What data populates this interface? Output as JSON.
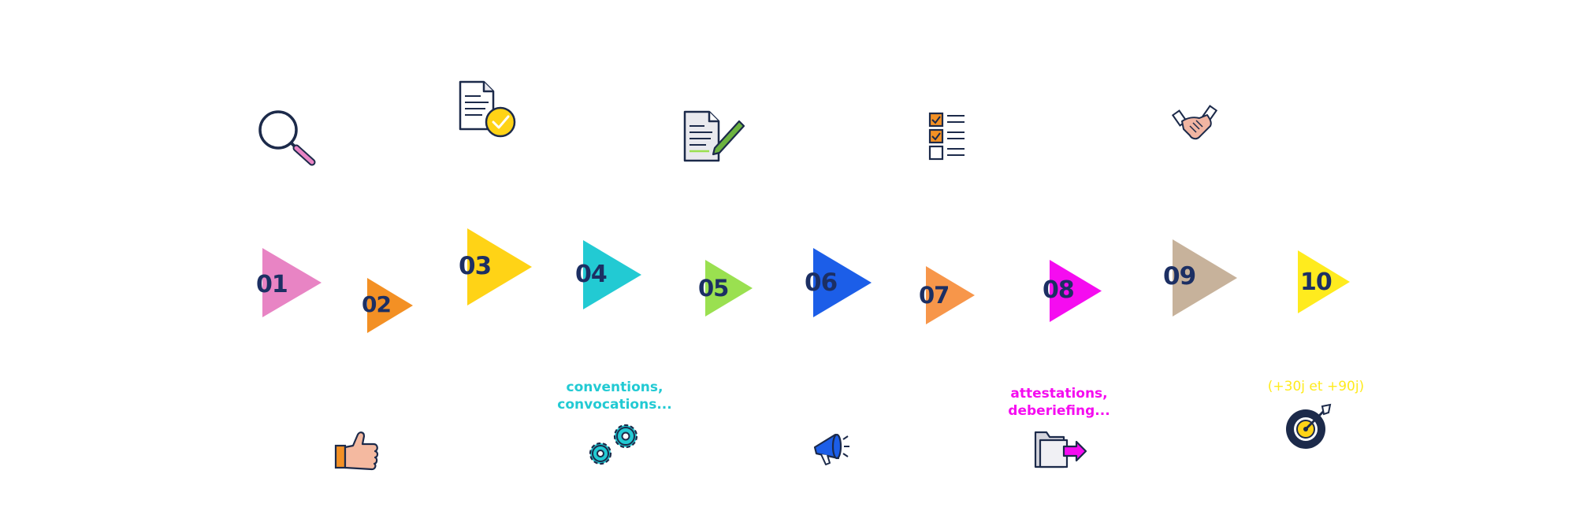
{
  "colors": {
    "outline": "#1c2a4a",
    "number_text": "#1c2f63",
    "pink": "#e884c4",
    "orange": "#f39024",
    "yellow": "#ffd316",
    "cyan": "#22cad3",
    "green": "#9ae050",
    "blue": "#1c5ee8",
    "light_orange": "#f7964a",
    "magenta": "#f50cf0",
    "tan": "#c7b29b",
    "bright_yellow": "#ffeb1e"
  },
  "steps": [
    {
      "number": "01",
      "color": "#e884c4"
    },
    {
      "number": "02",
      "color": "#f39024"
    },
    {
      "number": "03",
      "color": "#ffd316"
    },
    {
      "number": "04",
      "color": "#22cad3"
    },
    {
      "number": "05",
      "color": "#9ae050"
    },
    {
      "number": "06",
      "color": "#1c5ee8"
    },
    {
      "number": "07",
      "color": "#f7964a"
    },
    {
      "number": "08",
      "color": "#f50cf0"
    },
    {
      "number": "09",
      "color": "#c7b29b"
    },
    {
      "number": "10",
      "color": "#ffeb1e"
    }
  ],
  "icons": {
    "top": [
      "magnifier-icon",
      "document-check-icon",
      "document-edit-icon",
      "checklist-icon",
      "handshake-icon"
    ],
    "bottom": [
      "thumbs-up-icon",
      "gears-icon",
      "megaphone-icon",
      "folder-export-icon",
      "target-icon"
    ]
  },
  "captions": {
    "step04_line1": "conventions,",
    "step04_line2": "convocations...",
    "step04_color": "#22cad3",
    "step08_line1": "attestations,",
    "step08_line2": "deberiefing...",
    "step08_color": "#f50cf0",
    "step10_line1": "(+30j et +90j)",
    "step10_color": "#ffeb1e"
  }
}
